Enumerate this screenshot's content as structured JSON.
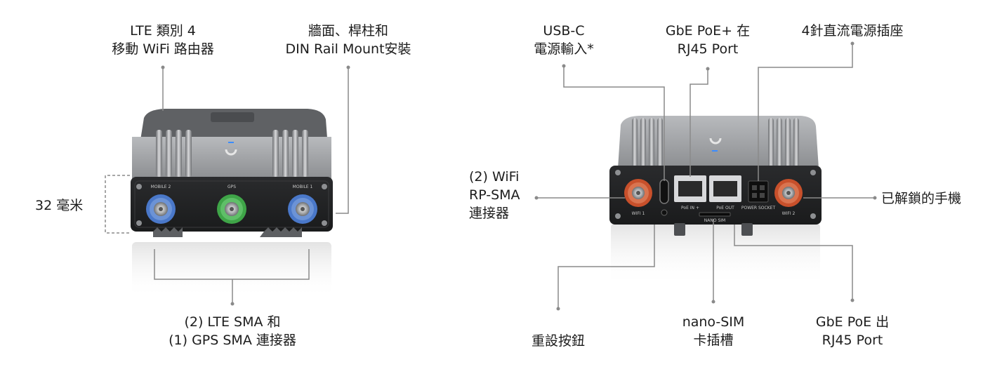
{
  "left_product": {
    "title": {
      "line1": "LTE 類別 4",
      "line2": "移動 WiFi 路由器"
    },
    "mount": {
      "line1": "牆面、桿柱和",
      "line2": "DIN Rail Mount安裝"
    },
    "dimension": "32 毫米",
    "connectors": {
      "line1": "(2) LTE SMA 和",
      "line2": "(1) GPS SMA 連接器"
    },
    "port_labels": {
      "mobile2": "MOBILE 2",
      "gps": "GPS",
      "mobile1": "MOBILE 1"
    }
  },
  "right_product": {
    "usbc": {
      "line1": "USB-C",
      "line2": "電源輸入*"
    },
    "poe_in": {
      "line1": "GbE PoE+ 在",
      "line2": "RJ45 Port"
    },
    "dc": "4針直流電源插座",
    "wifi": {
      "line1": "(2) WiFi",
      "line2": "RP-SMA",
      "line3": "連接器"
    },
    "unlocked": "已解鎖的手機",
    "reset": "重設按鈕",
    "sim": {
      "line1": "nano-SIM",
      "line2": "卡插槽"
    },
    "poe_out": {
      "line1": "GbE PoE 出",
      "line2": "RJ45 Port"
    },
    "port_labels": {
      "wifi1": "WIFI 1",
      "wifi2": "WIFI 2",
      "poe_in": "PoE IN +",
      "poe_out": "PoE OUT",
      "power": "POWER SOCKET",
      "nano": "NANO SIM"
    }
  },
  "colors": {
    "mobile_ring": "#4a78c9",
    "gps_ring": "#3fa548",
    "wifi_ring": "#c8502b",
    "leader": "#8a8a8a"
  }
}
